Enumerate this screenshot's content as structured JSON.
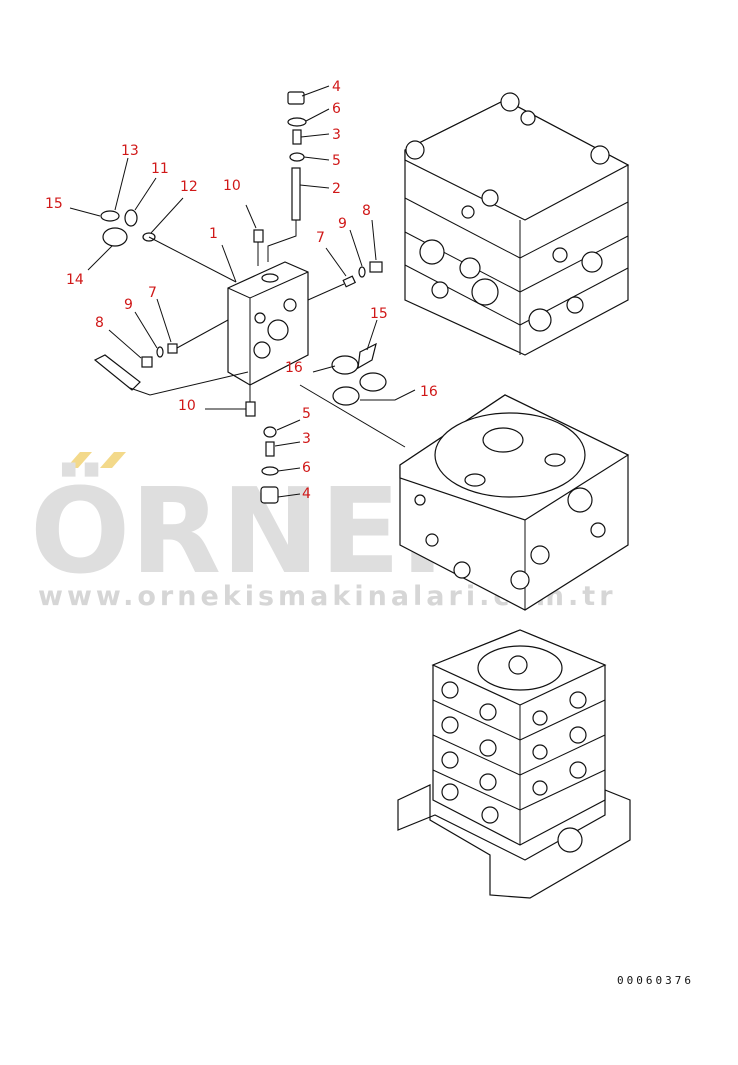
{
  "watermark": {
    "brand": "ÖRNEK",
    "url": "www.ornekismakinalari.com.tr",
    "dots_color": "#f3d98a"
  },
  "drawing_code": "00060376",
  "colors": {
    "callout": "#d01818",
    "linework": "#111111",
    "watermark": "#dedede"
  },
  "callouts": [
    {
      "id": "c4a",
      "label": "4"
    },
    {
      "id": "c6a",
      "label": "6"
    },
    {
      "id": "c3a",
      "label": "3"
    },
    {
      "id": "c5a",
      "label": "5"
    },
    {
      "id": "c2",
      "label": "2"
    },
    {
      "id": "c13",
      "label": "13"
    },
    {
      "id": "c11",
      "label": "11"
    },
    {
      "id": "c12",
      "label": "12"
    },
    {
      "id": "c10a",
      "label": "10"
    },
    {
      "id": "c15a",
      "label": "15"
    },
    {
      "id": "c1",
      "label": "1"
    },
    {
      "id": "c7a",
      "label": "7"
    },
    {
      "id": "c9a",
      "label": "9"
    },
    {
      "id": "c8a",
      "label": "8"
    },
    {
      "id": "c14",
      "label": "14"
    },
    {
      "id": "c9b",
      "label": "9"
    },
    {
      "id": "c7b",
      "label": "7"
    },
    {
      "id": "c8b",
      "label": "8"
    },
    {
      "id": "c15b",
      "label": "15"
    },
    {
      "id": "c16a",
      "label": "16"
    },
    {
      "id": "c16b",
      "label": "16"
    },
    {
      "id": "c10b",
      "label": "10"
    },
    {
      "id": "c5b",
      "label": "5"
    },
    {
      "id": "c3b",
      "label": "3"
    },
    {
      "id": "c6b",
      "label": "6"
    },
    {
      "id": "c4b",
      "label": "4"
    }
  ]
}
